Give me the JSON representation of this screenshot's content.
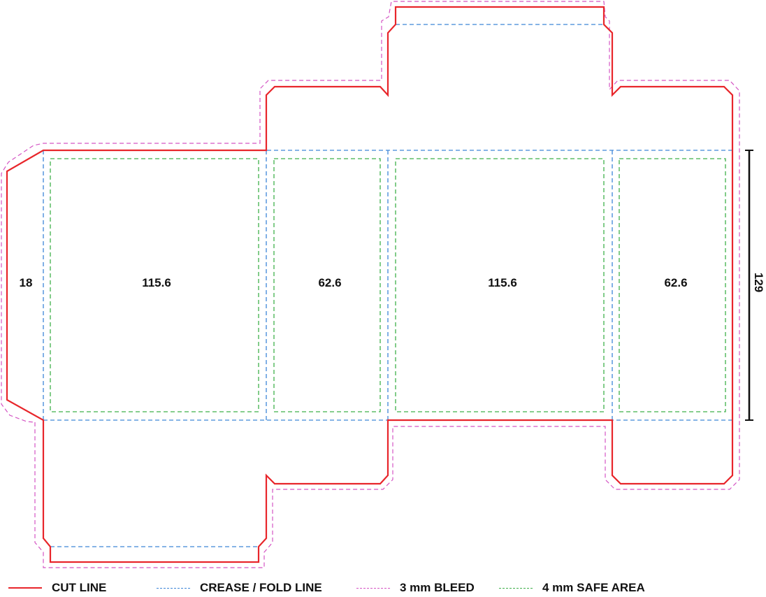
{
  "colors": {
    "cut": "#e8262b",
    "crease": "#3d86d8",
    "bleed": "#d455c4",
    "safe": "#3fb04a",
    "dimension": "#111111"
  },
  "dimensions": {
    "glue_flap_width": "18",
    "front_panel_width": "115.6",
    "side_panel_left_width": "62.6",
    "back_panel_width": "115.6",
    "side_panel_right_width": "62.6",
    "panel_height": "129"
  },
  "legend": {
    "cut_line": "CUT LINE",
    "crease_line": "CREASE / FOLD LINE",
    "bleed": "3 mm BLEED",
    "safe_area": "4 mm SAFE AREA"
  }
}
